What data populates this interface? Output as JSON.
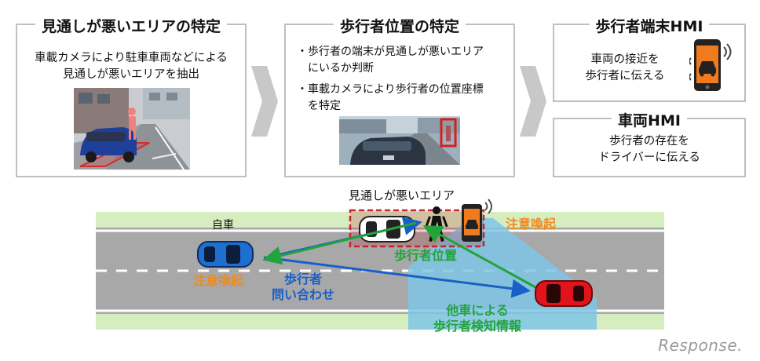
{
  "panels": {
    "visibility": {
      "title": "見通しが悪いエリアの特定",
      "lines": [
        "車載カメラにより駐車車両などによる",
        "見通しが悪いエリアを抽出"
      ]
    },
    "position": {
      "title": "歩行者位置の特定",
      "bullets": [
        [
          "・歩行者の端末が見通しが悪いエリア",
          "にいるか判断"
        ],
        [
          "・車載カメラにより歩行者の位置座標",
          "を特定"
        ]
      ]
    },
    "pedestrian_hmi": {
      "title": "歩行者端末HMI",
      "lines": [
        "車両の接近を",
        "歩行者に伝える"
      ]
    },
    "vehicle_hmi": {
      "title": "車両HMI",
      "lines": [
        "歩行者の存在を",
        "ドライバーに伝える"
      ]
    }
  },
  "diagram": {
    "area_label": "見通しが悪いエリア",
    "own_car_label": "自車",
    "alert_right": "注意喚起",
    "alert_left": "注意喚起",
    "pedestrian_position": "歩行者位置",
    "pedestrian_query": [
      "歩行者",
      "問い合わせ"
    ],
    "detection_info": [
      "他車による",
      "歩行者検知情報"
    ]
  },
  "watermark": "Response.",
  "colors": {
    "orange": "#f08a1e",
    "blue": "#1a5fc9",
    "green": "#23a33b",
    "road": "#a8a8a8",
    "grass": "#d6edc0",
    "detection_zone": "#7fc6e6",
    "area_outline": "#c0262c"
  }
}
